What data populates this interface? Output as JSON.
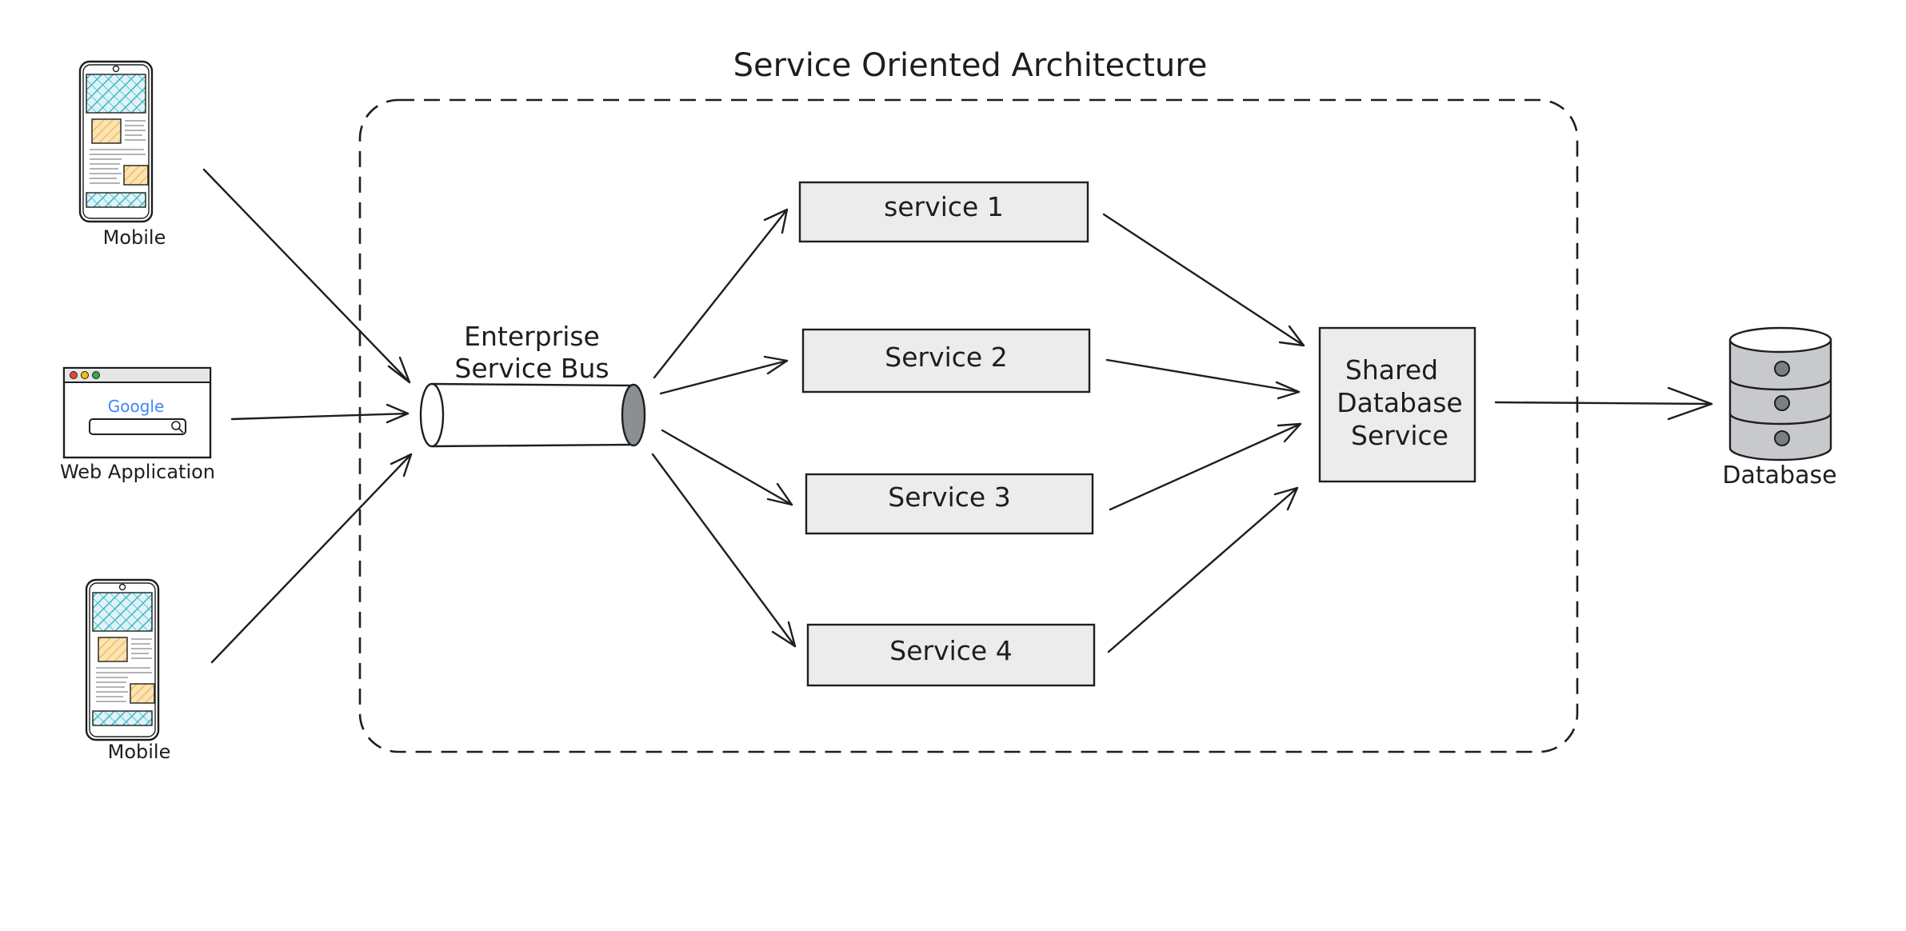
{
  "title": "Service Oriented Architecture",
  "clients": {
    "mobile_top": "Mobile",
    "web_app": "Web Application",
    "web_app_search_brand": "Google",
    "mobile_bottom": "Mobile"
  },
  "esb": {
    "line1": "Enterprise",
    "line2": "Service Bus"
  },
  "services": [
    "service 1",
    "Service 2",
    "Service 3",
    "Service 4"
  ],
  "shared_db_service": {
    "line1": "Shared",
    "line2": "Database",
    "line3": "Service"
  },
  "database": "Database",
  "colors": {
    "stroke": "#1e1e1e",
    "box_fill": "#ececec",
    "screen_hatch": "#3bb4c8",
    "image_tile": "#f2b84b",
    "cylinder": "#c7c9cc",
    "google_blue": "#4285F4",
    "google_red": "#EA4335",
    "google_yellow": "#FBBC05",
    "google_green": "#34A853"
  },
  "icons": [
    "mobile-phone-icon",
    "browser-window-icon",
    "database-cylinder-icon",
    "pipe-cylinder-icon"
  ]
}
